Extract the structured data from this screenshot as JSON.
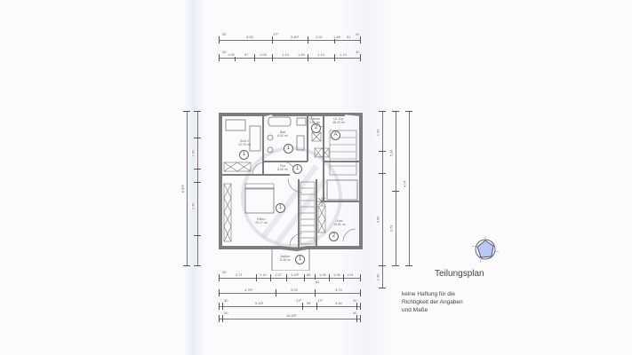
{
  "document": {
    "type": "Teilungsplan",
    "title": "Teilungsplan",
    "disclaimer_lines": [
      "keine Haftung für die",
      "Richtigkeit der Angaben",
      "und Maße"
    ]
  },
  "colors": {
    "paper": "#fbfbfd",
    "line": "#555555",
    "wall": "#8a8a8a",
    "compass_fill": "#b9c8f2",
    "watermark": "#c9c9d2"
  },
  "top_dimensions": {
    "row1": [
      "30",
      "3.93",
      "17⁵",
      "3.40⁵",
      "17⁵",
      "1.01",
      "1.45",
      "51",
      "30"
    ],
    "row2": [
      "30",
      "1.05",
      "1.01",
      "97",
      "1.05",
      "80⁵",
      "1.13",
      "1.45",
      "1.13",
      "1.01",
      "1.13",
      "30"
    ]
  },
  "bottom_dimensions": {
    "row1": [
      "30",
      "2.71",
      "1.10",
      "1.27",
      "1.15⁵",
      "86",
      "1.05",
      "1.05",
      "20",
      "1.01",
      "30"
    ],
    "row1_sub": "81",
    "row2": [
      "4.76⁵",
      "3.03",
      "3.74"
    ],
    "row3": [
      "30",
      "5.16⁵",
      "17⁵",
      "95",
      "17⁵",
      "3.44",
      "30"
    ],
    "row4": [
      "30",
      "10.53⁵",
      "30"
    ]
  },
  "left_dimensions": {
    "outer": [
      "30",
      "8.30⁵",
      "30"
    ],
    "inner": [
      "30",
      "2.80",
      "17⁵",
      "1.46",
      "17⁵",
      "3.40",
      "17⁵",
      "1.80",
      "30"
    ]
  },
  "right_dimensions": {
    "col1": [
      "30",
      "2.43",
      "1.10",
      "4.60",
      "30"
    ],
    "col2": [
      "30",
      "5.34",
      "3.73",
      "30"
    ],
    "col3": [
      "30",
      "4.74",
      "4.20",
      "30"
    ],
    "extra": "2.40"
  },
  "rooms": [
    {
      "id": "kind2",
      "label": "Kind 2",
      "area": "12.75 m²",
      "unit": "1"
    },
    {
      "id": "bad",
      "label": "Bad",
      "area": "6.92 m²",
      "unit": "1"
    },
    {
      "id": "flur",
      "label": "Flur",
      "area": "6.00 m²",
      "unit": "1"
    },
    {
      "id": "dusche",
      "label": "Dusche",
      "area": "2.61 m²",
      "unit": "2"
    },
    {
      "id": "dg",
      "label": "Ltr. Dg.",
      "area": "18.23 m²",
      "unit": "A"
    },
    {
      "id": "eltern",
      "label": "Eltern",
      "area": "20.17 m²",
      "unit": "1"
    },
    {
      "id": "kind",
      "label": "Kind",
      "area": "15.51 m²",
      "unit": "2"
    },
    {
      "id": "balkon",
      "label": "Balkon",
      "area": "5.26 m²",
      "unit": "1"
    }
  ]
}
